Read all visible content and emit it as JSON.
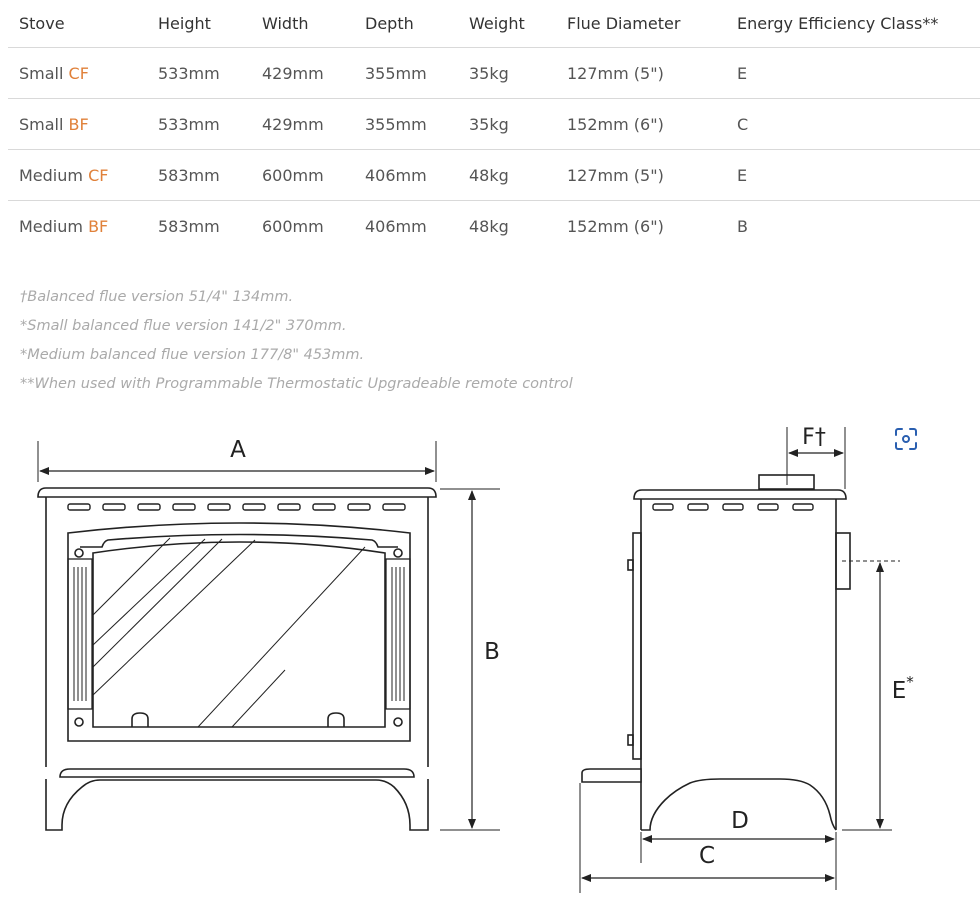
{
  "table": {
    "headers": [
      "Stove",
      "Height",
      "Width",
      "Depth",
      "Weight",
      "Flue Diameter",
      "Energy Efficiency Class**"
    ],
    "rows": [
      {
        "name": "Small",
        "suffix": "CF",
        "height": "533mm",
        "width": "429mm",
        "depth": "355mm",
        "weight": "35kg",
        "flue": "127mm (5\")",
        "efficiency": "E"
      },
      {
        "name": "Small",
        "suffix": "BF",
        "height": "533mm",
        "width": "429mm",
        "depth": "355mm",
        "weight": "35kg",
        "flue": "152mm (6\")",
        "efficiency": "C"
      },
      {
        "name": "Medium",
        "suffix": "CF",
        "height": "583mm",
        "width": "600mm",
        "depth": "406mm",
        "weight": "48kg",
        "flue": "127mm (5\")",
        "efficiency": "E"
      },
      {
        "name": "Medium",
        "suffix": "BF",
        "height": "583mm",
        "width": "600mm",
        "depth": "406mm",
        "weight": "48kg",
        "flue": "152mm (6\")",
        "efficiency": "B"
      }
    ]
  },
  "notes": [
    "†Balanced flue version 51/4\" 134mm.",
    "*Small balanced flue version 141/2\" 370mm.",
    "*Medium balanced flue version 177/8\" 453mm.",
    "**When used with Programmable Thermostatic Upgradeable remote control"
  ],
  "drawing": {
    "label_a": "A",
    "label_b": "B",
    "label_c": "C",
    "label_d": "D",
    "label_e": "E",
    "label_e_sup": "*",
    "label_f": "F†"
  },
  "icons": {
    "focus": "focus-scan-icon",
    "focus_color": "#2a5fb0"
  },
  "colors": {
    "accent_suffix": "#e0813a"
  }
}
